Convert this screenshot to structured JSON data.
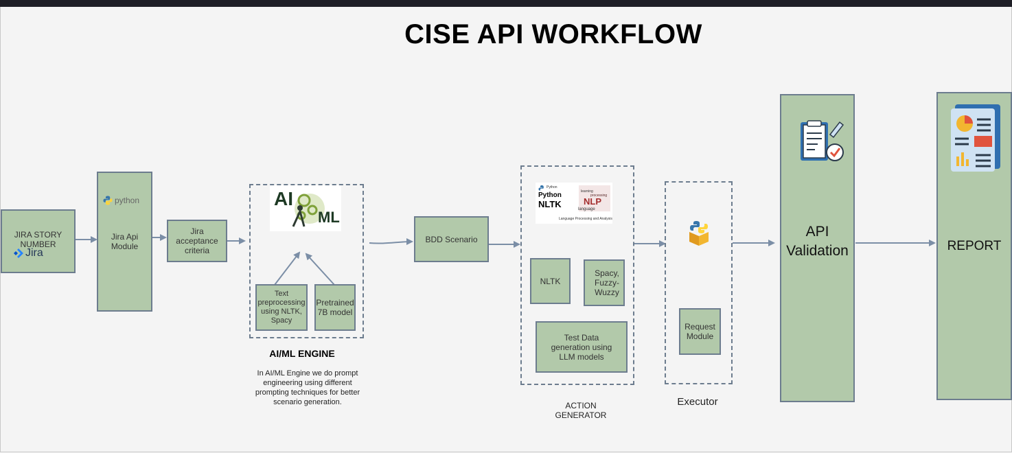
{
  "title": "CISE API WORKFLOW",
  "jira_story": {
    "line1": "JIRA STORY",
    "line2": "NUMBER",
    "jira_logo": "Jira"
  },
  "python_logo": "python",
  "jira_api_module": "Jira Api Module",
  "jira_acceptance": "Jira acceptance criteria",
  "aiml": {
    "logo_ai": "AI",
    "logo_ml": "ML",
    "text_pre": "Text preprocessing using NLTK, Spacy",
    "pretrained": "Pretrained 7B model",
    "engine_title": "AI/ML ENGINE",
    "engine_desc": "In AI/ML Engine we do prompt engineering using different prompting techniques for better scenario generation."
  },
  "bdd": "BDD Scenario",
  "action": {
    "logo_python": "Python",
    "logo_nltk": "NLTK",
    "logo_nlp": "NLP",
    "logo_caption": "Language Processing and Analysis",
    "nltk": "NLTK",
    "spacy": "Spacy, Fuzzy-Wuzzy",
    "testdata": "Test Data generation using LLM models",
    "label_line1": "ACTION",
    "label_line2": "GENERATOR"
  },
  "executor": {
    "request": "Request Module",
    "label": "Executor"
  },
  "api_validation": {
    "line1": "API",
    "line2": "Validation"
  },
  "report": "REPORT",
  "colors": {
    "node_fill": "#b2c9aa",
    "node_border": "#6c7c8e",
    "arrow": "#7b8ea6"
  },
  "icons": [
    "jira-icon",
    "python-icon",
    "ai-ml-icon",
    "nltk-nlp-icon",
    "python-package-icon",
    "clipboard-check-icon",
    "report-dashboard-icon"
  ]
}
